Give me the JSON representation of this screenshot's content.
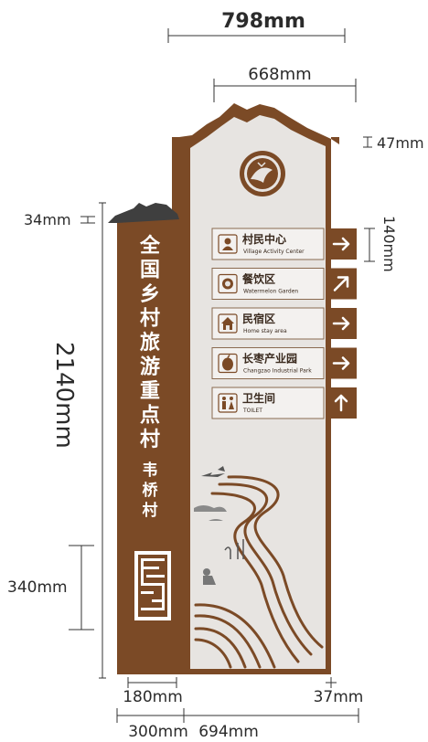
{
  "colors": {
    "brown": "#7b4a26",
    "panel": "#e7e4e1",
    "dark_cap": "#3f3f3f",
    "dim_line": "#333333",
    "arrow_box": "#7b4a26",
    "card_border": "#8a6a50"
  },
  "dimensions": {
    "top_total": "798mm",
    "top_panel": "668mm",
    "cap_right": "47mm",
    "cap_left": "34mm",
    "item_height": "140mm",
    "total_height": "2140mm",
    "base_height": "340mm",
    "left_width": "180mm",
    "right_margin": "37mm",
    "bottom_left": "300mm",
    "bottom_right": "694mm"
  },
  "left_column": {
    "title_chars": [
      "全",
      "国",
      "乡",
      "村",
      "旅",
      "游",
      "重",
      "点",
      "村"
    ],
    "village_chars": [
      "韦",
      "桥",
      "村"
    ]
  },
  "signs": [
    {
      "cn": "村民中心",
      "en": "Village Activity Center",
      "icon": "villager-icon",
      "arrow": "arrow-right-icon"
    },
    {
      "cn": "餐饮区",
      "en": "Watermelon Garden",
      "icon": "dining-icon",
      "arrow": "arrow-up-right-icon"
    },
    {
      "cn": "民宿区",
      "en": "Home stay area",
      "icon": "house-icon",
      "arrow": "arrow-right-icon"
    },
    {
      "cn": "长枣产业园",
      "en": "Changzao Industrial Park",
      "icon": "jujube-icon",
      "arrow": "arrow-right-icon"
    },
    {
      "cn": "卫生间",
      "en": "TOILET",
      "icon": "toilet-icon",
      "arrow": "arrow-up-icon"
    }
  ]
}
